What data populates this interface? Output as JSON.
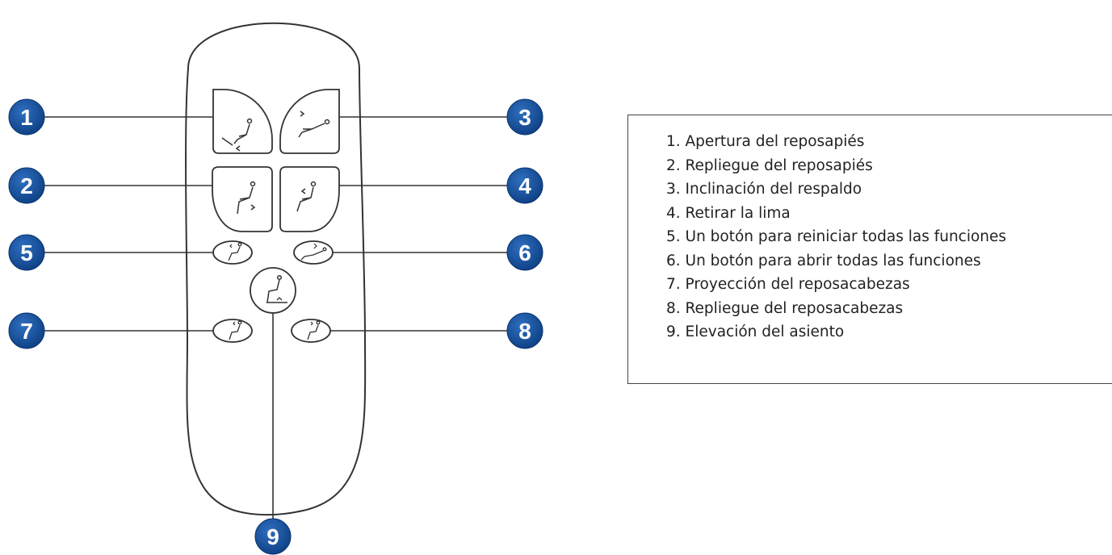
{
  "callouts": [
    {
      "number": "1",
      "label": "Apertura del reposapiés"
    },
    {
      "number": "2",
      "label": "Repliegue del reposapiés"
    },
    {
      "number": "3",
      "label": "Inclinación del respaldo"
    },
    {
      "number": "4",
      "label": "Retirar la lima"
    },
    {
      "number": "5",
      "label": "Un botón para reiniciar todas las funciones"
    },
    {
      "number": "6",
      "label": "Un botón para abrir todas las funciones"
    },
    {
      "number": "7",
      "label": "Proyección del reposacabezas"
    },
    {
      "number": "8",
      "label": "Repliegue del reposacabezas"
    },
    {
      "number": "9",
      "label": "Elevación del asiento"
    }
  ],
  "legend": [
    "1. Apertura del reposapiés",
    "2. Repliegue del reposapiés",
    "3. Inclinación del respaldo",
    "4. Retirar la lima",
    "5. Un botón para reiniciar todas las funciones",
    "6. Un botón para abrir todas las funciones",
    "7. Proyección del reposacabezas",
    "8. Repliegue del reposacabezas",
    "9. Elevación del asiento"
  ],
  "colors": {
    "badge": "#114a94",
    "outline": "#333333",
    "line": "#333333"
  },
  "icons": [
    "chair-icon",
    "arrow-icon"
  ]
}
